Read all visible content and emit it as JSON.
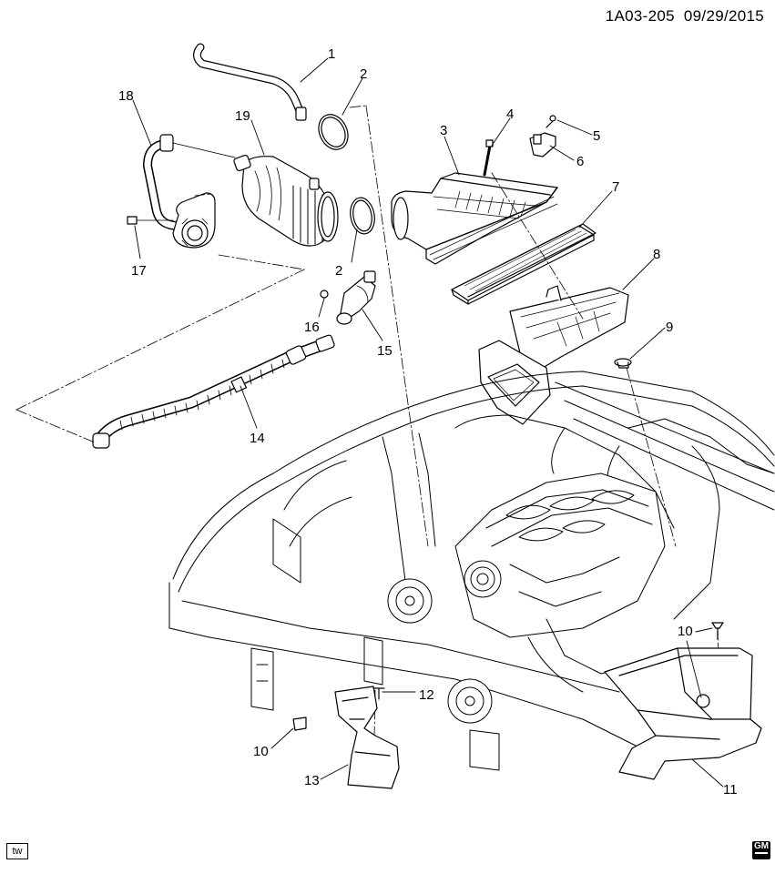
{
  "header": {
    "code": "1A03-205",
    "date": "09/29/2015"
  },
  "footer": {
    "left_badge": "tw",
    "logo": "GM"
  },
  "callouts": [
    "1",
    "2",
    "3",
    "4",
    "5",
    "6",
    "7",
    "8",
    "9",
    "10",
    "11",
    "12",
    "13",
    "14",
    "15",
    "16",
    "17",
    "18",
    "19",
    "2",
    "10"
  ],
  "colors": {
    "line": "#000000",
    "background": "#ffffff"
  }
}
